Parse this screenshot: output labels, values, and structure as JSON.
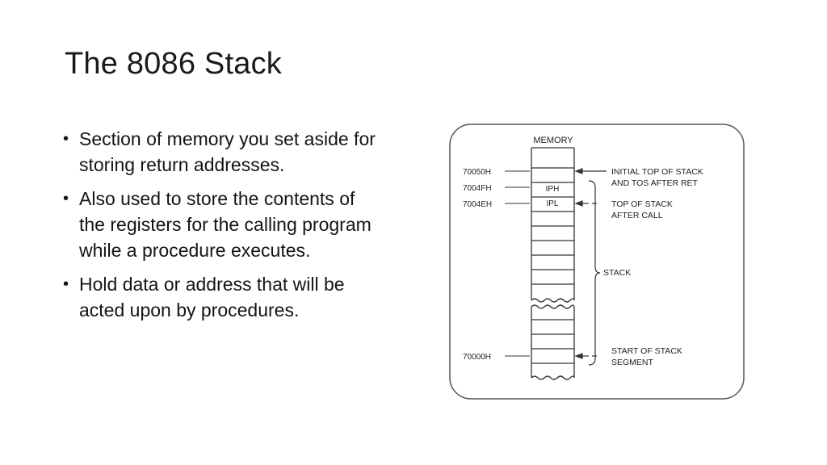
{
  "slide": {
    "title": "The 8086 Stack",
    "bullets": [
      "Section of memory you set aside for storing return addresses.",
      "Also used to store the contents of the registers for the calling program while a procedure executes.",
      "Hold data or address that will be acted upon by procedures."
    ],
    "bullet_glyph": "•"
  },
  "diagram": {
    "memory_label": "MEMORY",
    "addresses": {
      "a70050": "70050H",
      "a7004f": "7004FH",
      "a7004e": "7004EH",
      "a70000": "70000H"
    },
    "cells": {
      "iph": "IPH",
      "ipl": "IPL"
    },
    "annotations": {
      "initial_top_line1": "INITIAL TOP OF STACK",
      "initial_top_line2": "AND TOS AFTER RET",
      "top_after_call_line1": "TOP OF STACK",
      "top_after_call_line2": "AFTER CALL",
      "stack": "STACK",
      "start_segment_line1": "START OF STACK",
      "start_segment_line2": "SEGMENT"
    }
  }
}
